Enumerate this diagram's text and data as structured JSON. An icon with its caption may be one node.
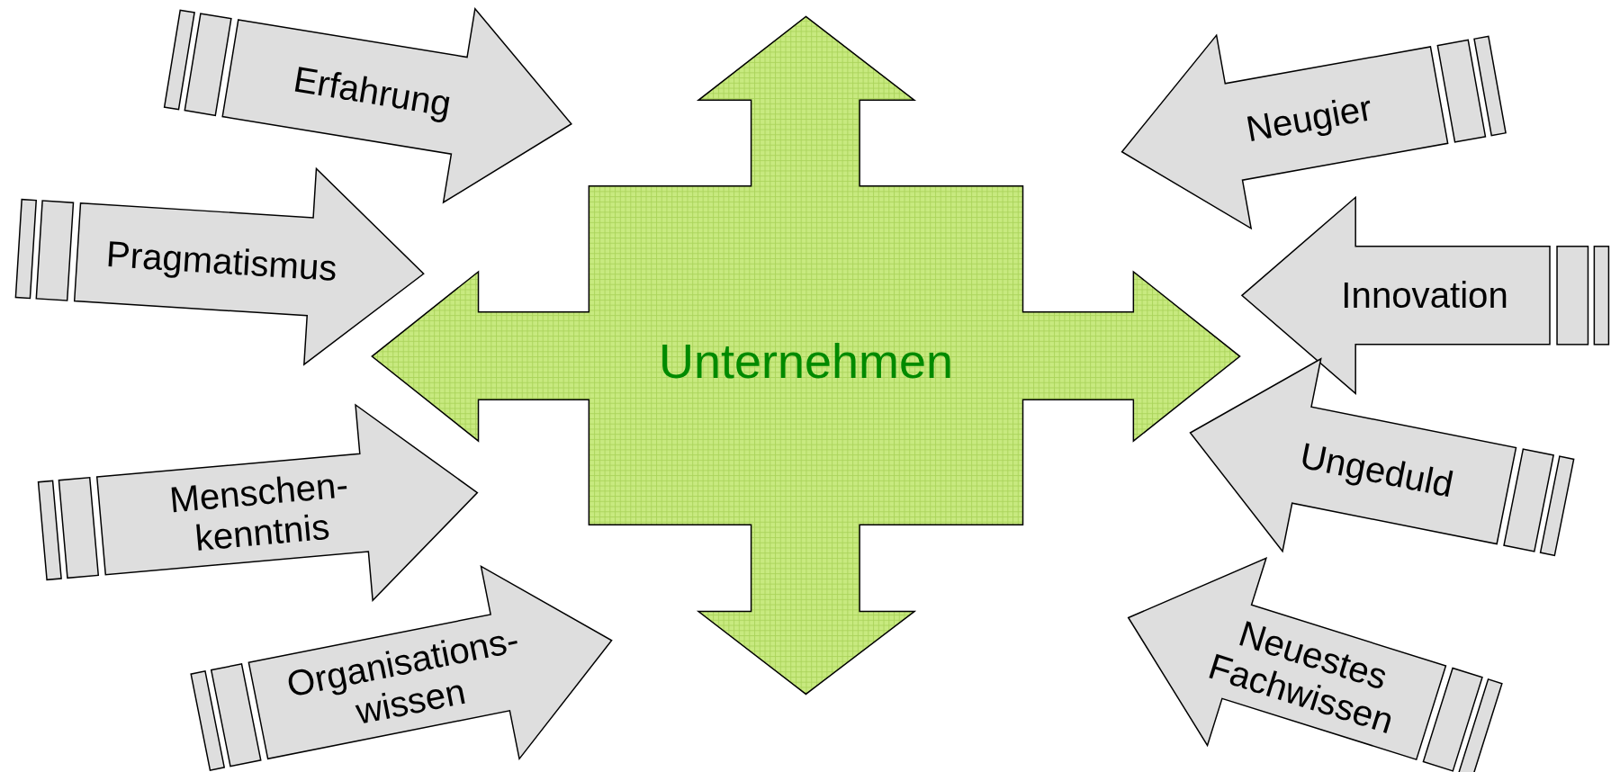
{
  "diagram": {
    "nodes": [
      {
        "text": [
          "Unternehmen"
        ]
      },
      {
        "text": [
          "Erfahrung"
        ]
      },
      {
        "text": [
          "Pragmatismus"
        ]
      },
      {
        "text": [
          "Menschen- kenntnis"
        ]
      },
      {
        "text": [
          "Organisations- wissen"
        ]
      },
      {
        "text": [
          "Neugier"
        ]
      },
      {
        "text": [
          "Innovation"
        ]
      },
      {
        "text": [
          "Ungeduld"
        ]
      },
      {
        "text": [
          "Neuestes Fachwissen"
        ]
      }
    ]
  }
}
